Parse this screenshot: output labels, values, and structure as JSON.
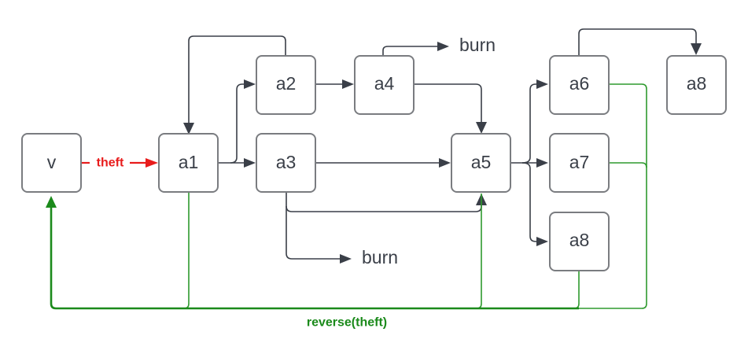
{
  "diagram": {
    "colors": {
      "node_text": "#3a3f48",
      "node_border": "#7a7c80",
      "edge": "#3a3f48",
      "theft": "#e81c1c",
      "reverse": "#1b8a1b"
    },
    "nodes": {
      "v": "v",
      "a1": "a1",
      "a2": "a2",
      "a3": "a3",
      "a4": "a4",
      "a5": "a5",
      "a6": "a6",
      "a7": "a7",
      "a8_lower": "a8",
      "a8_upper": "a8"
    },
    "labels": {
      "theft": "theft",
      "burn_top": "burn",
      "burn_bottom": "burn",
      "reverse": "reverse(theft)"
    },
    "edges": [
      {
        "from": "v",
        "to": "a1",
        "label": "theft",
        "kind": "theft"
      },
      {
        "from": "a1",
        "to": "a2",
        "kind": "transfer"
      },
      {
        "from": "a1",
        "to": "a3",
        "kind": "transfer"
      },
      {
        "from": "a2",
        "to": "a1",
        "kind": "transfer"
      },
      {
        "from": "a2",
        "to": "a4",
        "kind": "transfer"
      },
      {
        "from": "a4",
        "to": "burn",
        "kind": "burn"
      },
      {
        "from": "a4",
        "to": "a5",
        "kind": "transfer"
      },
      {
        "from": "a3",
        "to": "a5",
        "kind": "transfer"
      },
      {
        "from": "a3",
        "to": "a5",
        "kind": "transfer"
      },
      {
        "from": "a3",
        "to": "burn",
        "kind": "burn"
      },
      {
        "from": "a5",
        "to": "a6",
        "kind": "transfer"
      },
      {
        "from": "a5",
        "to": "a7",
        "kind": "transfer"
      },
      {
        "from": "a5",
        "to": "a8",
        "kind": "transfer"
      },
      {
        "from": "a6",
        "to": "a8",
        "kind": "transfer"
      },
      {
        "from": [
          "a1",
          "a5",
          "a6",
          "a7",
          "a8"
        ],
        "to": "v",
        "label": "reverse(theft)",
        "kind": "reverse"
      }
    ]
  }
}
